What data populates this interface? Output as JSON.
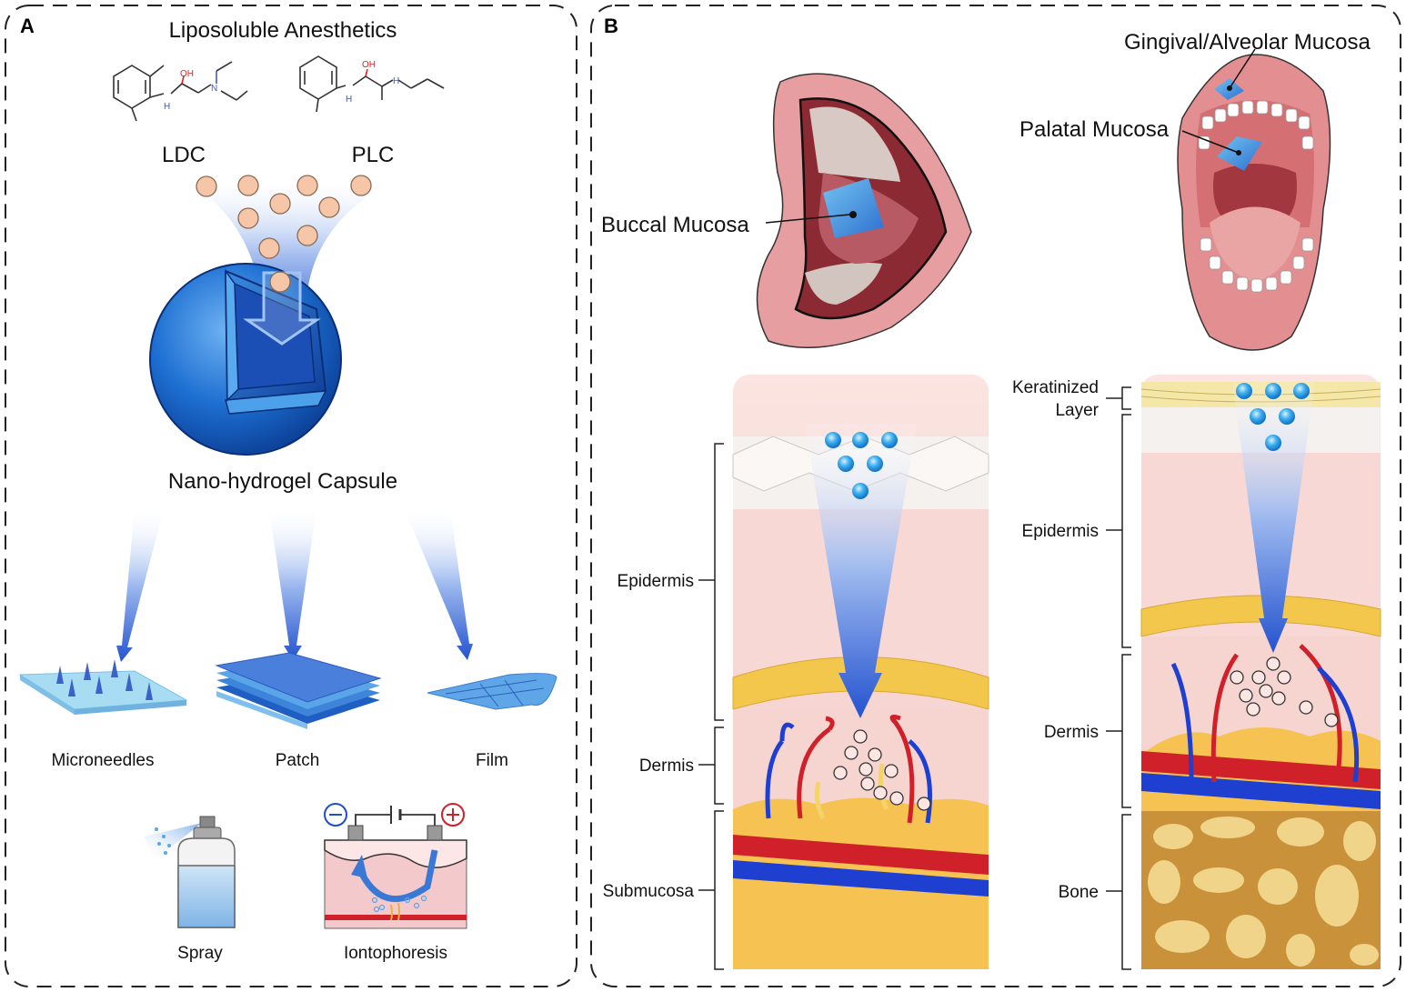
{
  "panel_a": {
    "letter": "A",
    "title": "Liposoluble Anesthetics",
    "drug_left": "LDC",
    "drug_right": "PLC",
    "mol_oh": "OH",
    "mol_nh": "H",
    "mol_n": "N",
    "capsule_label": "Nano-hydrogel Capsule",
    "forms": [
      "Microneedles",
      "Patch",
      "Film"
    ],
    "devices": [
      "Spray",
      "Iontophoresis"
    ]
  },
  "panel_b": {
    "letter": "B",
    "mucosa_labels": {
      "buccal": "Buccal Mucosa",
      "gingival": "Gingival/Alveolar Mucosa",
      "palatal": "Palatal Mucosa"
    },
    "buccal_layers": [
      "Epidermis",
      "Dermis",
      "Submucosa"
    ],
    "palatal_layers": {
      "keratinized_1": "Keratinized",
      "keratinized_2": "Layer",
      "epidermis": "Epidermis",
      "dermis": "Dermis",
      "bone": "Bone"
    }
  },
  "colors": {
    "blue_dark": "#1e4fc8",
    "blue_light": "#8fb2ee",
    "peach": "#f5c7a8",
    "vessel_red": "#d0202a",
    "vessel_blue": "#1f3fd0",
    "fat_yellow": "#f7c44f",
    "mucosa_pink": "#f6d3cf",
    "bone_tan": "#c9923a"
  }
}
